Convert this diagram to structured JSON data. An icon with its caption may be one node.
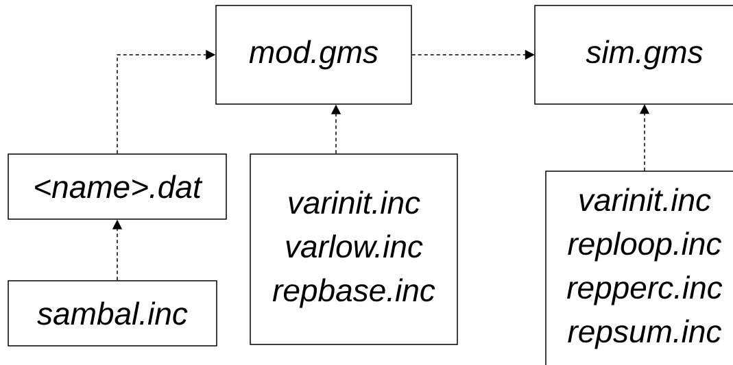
{
  "diagram": {
    "nodes": [
      {
        "text": [
          "mod.gms"
        ]
      },
      {
        "text": [
          "sim.gms"
        ]
      },
      {
        "text": [
          "<name>.dat"
        ]
      },
      {
        "text": [
          "sambal.inc"
        ]
      },
      {
        "text": [
          "varinit.inc",
          "varlow.inc",
          "repbase.inc"
        ]
      },
      {
        "text": [
          "varinit.inc",
          "reploop.inc",
          "repperc.inc",
          "repsum.inc"
        ]
      }
    ],
    "edges": [
      {
        "from": 2,
        "to": 0,
        "arrow": "to",
        "style": "dashed"
      },
      {
        "from": 0,
        "to": 1,
        "arrow": "to",
        "style": "dashed"
      },
      {
        "from": 4,
        "to": 0,
        "arrow": "to",
        "style": "dashed"
      },
      {
        "from": 5,
        "to": 1,
        "arrow": "to",
        "style": "dashed"
      },
      {
        "from": 3,
        "to": 2,
        "arrow": "to",
        "style": "dashed"
      }
    ]
  }
}
